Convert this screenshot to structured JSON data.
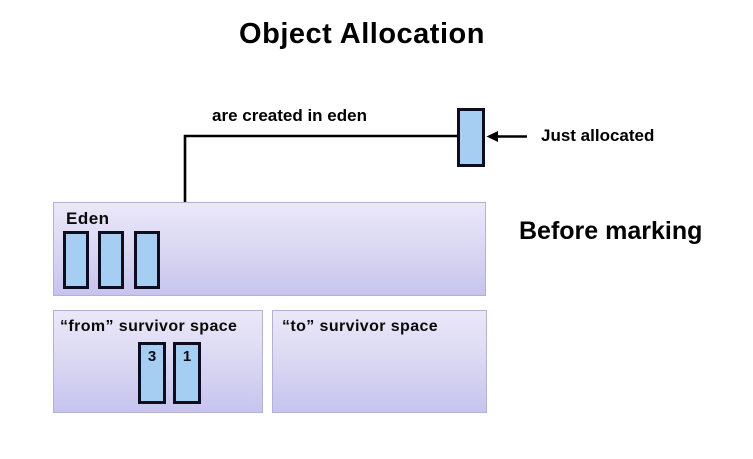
{
  "title": "Object Allocation",
  "annotations": {
    "created_in_eden": "are created in eden",
    "just_allocated": "Just allocated",
    "before_marking": "Before marking"
  },
  "regions": {
    "eden": {
      "label": "Eden",
      "object_count": 3
    },
    "from_survivor": {
      "label": "“from” survivor space",
      "objects": [
        {
          "age": "3"
        },
        {
          "age": "1"
        }
      ]
    },
    "to_survivor": {
      "label": "“to” survivor space",
      "objects": []
    }
  },
  "colors": {
    "object_fill": "#a6cdf2",
    "object_border": "#0d0d1f",
    "region_gradient_top": "#ebe8f9",
    "region_gradient_bottom": "#c7c4ef",
    "region_border": "#b3b0d4",
    "connector": "#000000",
    "text": "#000000",
    "background": "#ffffff"
  }
}
